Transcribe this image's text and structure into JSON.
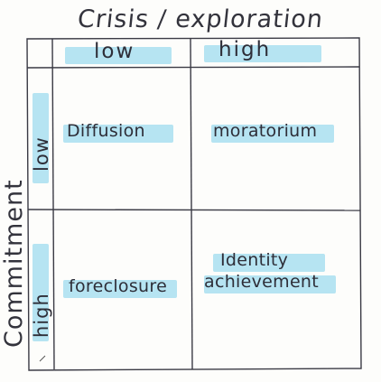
{
  "title": "Crisis / exploration",
  "axis": {
    "vertical_label": "Commitment"
  },
  "columns": {
    "low": "low",
    "high": "high"
  },
  "rows": {
    "low": "low",
    "high": "high"
  },
  "cells": {
    "low_low": "Diffusion",
    "low_high": "moratorium",
    "high_low": "foreclosure",
    "high_high_line1": "Identity",
    "high_high_line2": "achievement"
  },
  "colors": {
    "highlighter": "#a9dff0",
    "ink": "#2c2c34",
    "paper": "#fdfdfb"
  }
}
